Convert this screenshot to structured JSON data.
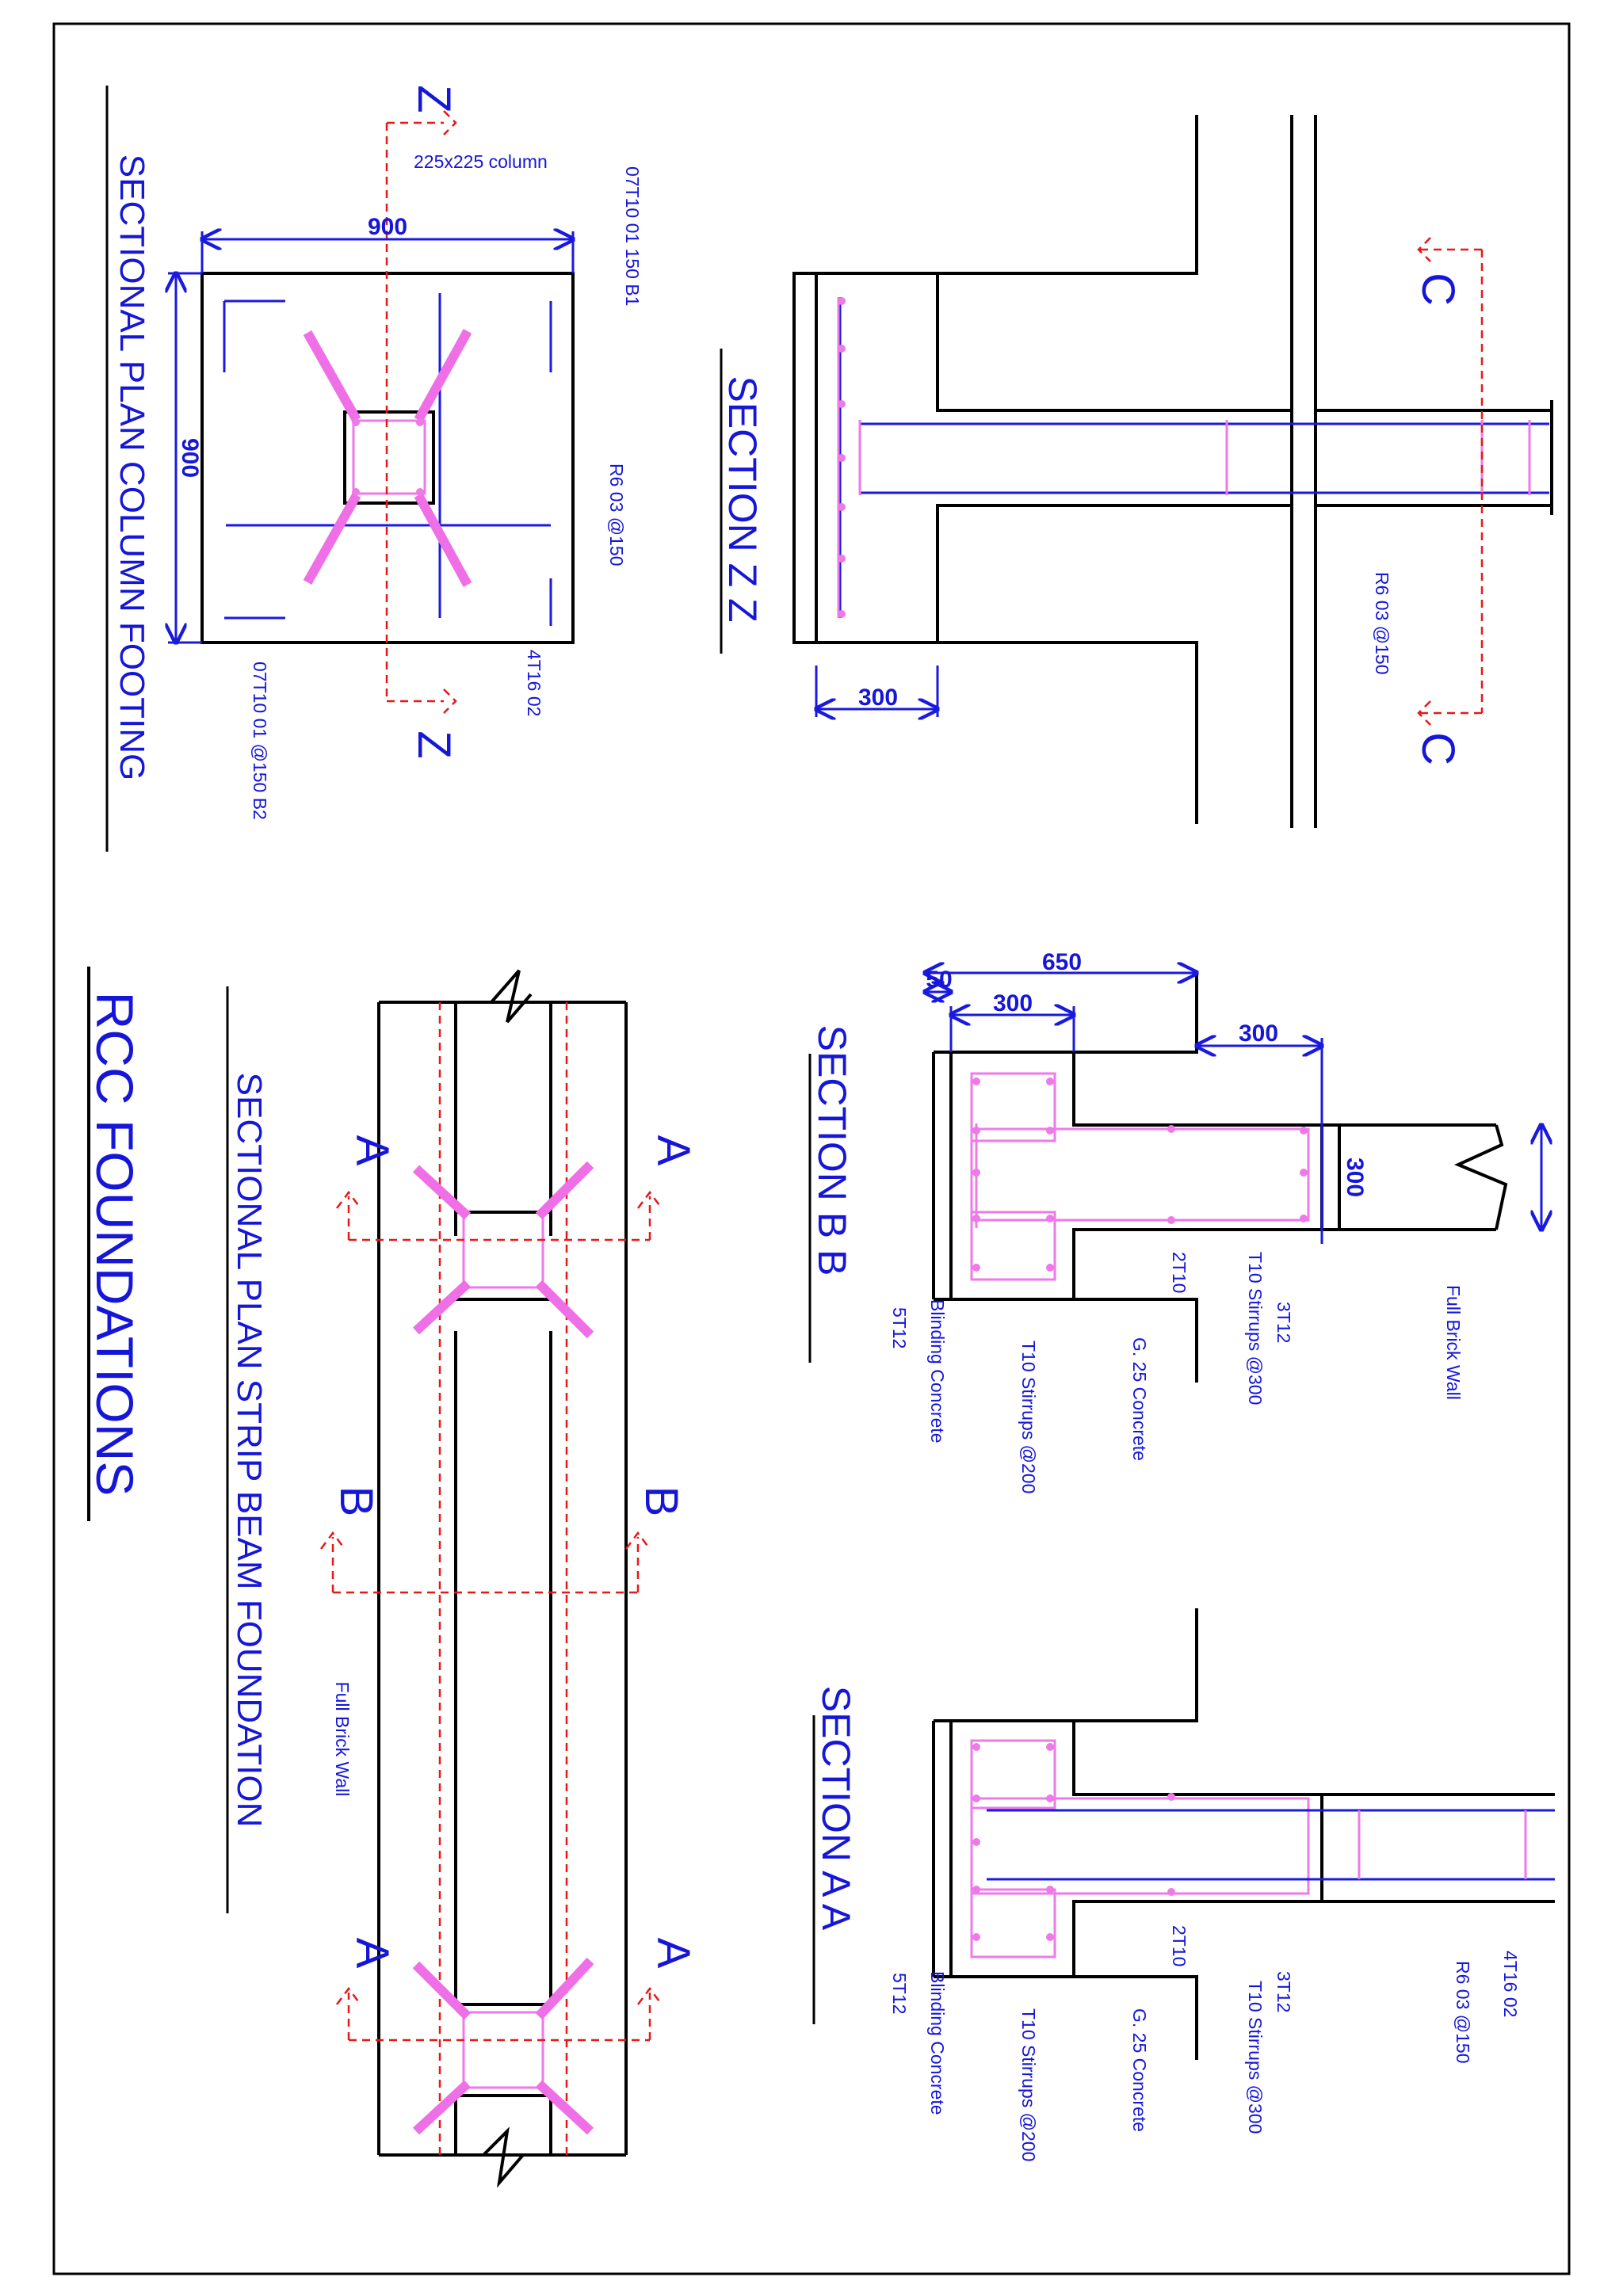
{
  "sheet": {
    "main_title": "RCC FOUNDATIONS"
  },
  "column_footing": {
    "title": "SECTIONAL PLAN COLUMN FOOTING",
    "column_label": "225x225 column",
    "dim_width": "900",
    "dim_height": "900",
    "bar_b1": "07T10 01 150 B1",
    "bar_b2": "07T10 01 @150 B2",
    "link": "R6 03 @150",
    "main_bars": "4T16 02",
    "cut_mark": "Z"
  },
  "section_zz": {
    "title": "SECTION  Z  Z",
    "dim": "300",
    "link": "R6 03 @150",
    "cut_mark": "C"
  },
  "strip_beam": {
    "title": "SECTIONAL PLAN STRIP BEAM FOUNDATION",
    "wall_note": "Full Brick Wall",
    "cut_a": "A",
    "cut_b": "B"
  },
  "section_bb": {
    "title": "SECTION  B  B",
    "dim_650": "650",
    "dim_50": "50",
    "dim_300_a": "300",
    "dim_300_b": "300",
    "dim_300_c": "300",
    "wall_note": "Full Brick Wall",
    "top_bars": "3T12",
    "stirrups_300": "T10 Stirrups @300",
    "side_bars": "2T10",
    "concrete": "G. 25 Concrete",
    "stirrups_200": "T10 Stirrups @200",
    "blinding": "Blinding Concrete",
    "bottom_bars": "5T12"
  },
  "section_aa": {
    "title": "SECTION  A  A",
    "main_bars": "4T16 02",
    "link": "R6 03 @150",
    "top_bars": "3T12",
    "stirrups_300": "T10 Stirrups @300",
    "side_bars": "2T10",
    "concrete": "G. 25 Concrete",
    "stirrups_200": "T10 Stirrups @200",
    "blinding": "Blinding Concrete",
    "bottom_bars": "5T12"
  }
}
